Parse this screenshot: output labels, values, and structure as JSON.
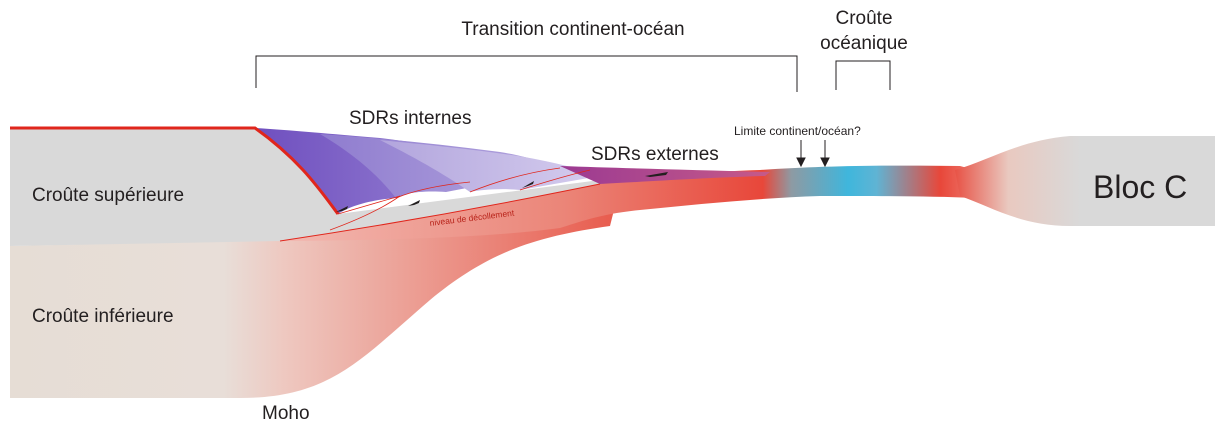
{
  "labels": {
    "transition": "Transition continent-océan",
    "oceanic_crust_line1": "Croûte",
    "oceanic_crust_line2": "océanique",
    "sdrs_internal": "SDRs internes",
    "sdrs_external": "SDRs externes",
    "cob_limit": "Limite continent/océan?",
    "upper_crust": "Croûte supérieure",
    "lower_crust": "Croûte inférieure",
    "decollement": "niveau de décollement",
    "moho": "Moho",
    "block": "Bloc C"
  },
  "colors": {
    "upper_crust": "#d9d9d9",
    "lower_crust": "#e6ddd5",
    "mantle_red": "#e8473a",
    "oceanic_blue": "#3bb8dd",
    "sdr_dark": "#7b5cc4",
    "sdr_light": "#c8bce6",
    "sdr_external": "#9b3a92",
    "fault_red": "#e0261c"
  }
}
